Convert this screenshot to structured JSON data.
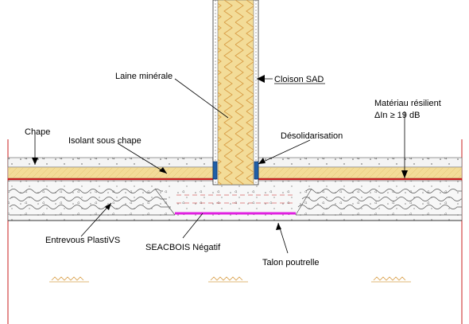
{
  "labels": {
    "laine": "Laine minérale",
    "cloison": "Cloison SAD",
    "materiau_line1": "Matériau résilient",
    "materiau_line2": "ΔIn ≥ 19 dB",
    "chape": "Chape",
    "isolant": "Isolant sous chape",
    "desolidarisation": "Désolidarisation",
    "entrevous": "Entrevous PlastiVS",
    "seacbois": "SEACBOIS Négatif",
    "talon": "Talon poutrelle"
  },
  "colors": {
    "insulation": "#f3dc98",
    "screed": "#f2f2f2",
    "resilient": "#c81e1e",
    "seacbois": "#e020e0",
    "desolidarisation": "#1f5fa8",
    "hatch": "#d9a04a"
  }
}
